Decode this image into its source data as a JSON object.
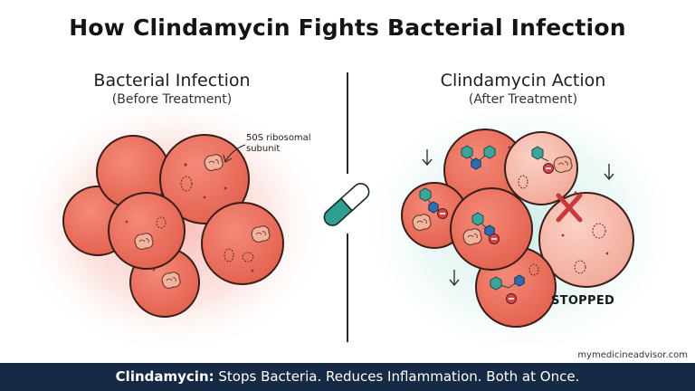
{
  "title": "How Clindamycin Fights Bacterial Infection",
  "left_panel": {
    "heading": "Bacterial Infection",
    "subheading": "(Before Treatment)",
    "annotation": "50S ribosomal subunit"
  },
  "right_panel": {
    "heading": "Clindamycin Action",
    "subheading": "(After Treatment)",
    "stopped_label": "STOPPED"
  },
  "footer": {
    "drug_name": "Clindamycin:",
    "tagline": " Stops Bacteria. Reduces Inflammation. Both at Once."
  },
  "source": "mymedicineadvisor.com",
  "icons": {
    "capsule": "capsule-icon",
    "down_arrow": "down-arrow-icon",
    "cross": "x-mark-icon",
    "molecule": "drug-molecule-icon",
    "ribosome": "ribosome-icon"
  },
  "colors": {
    "cell_fill": "#ec7060",
    "cell_stroke": "#3a1e1a",
    "stopped_cell_fill": "#f6b9ab",
    "infection_glow": "#f5a39a",
    "treatment_glow": "#bfe8e2",
    "capsule_teal": "#2f9e94",
    "molecule_teal": "#3aa59b",
    "molecule_blue": "#2d6eb0",
    "blocker_red": "#d44747",
    "cross_red": "#c83a3a",
    "footer_bg": "#172a45"
  }
}
